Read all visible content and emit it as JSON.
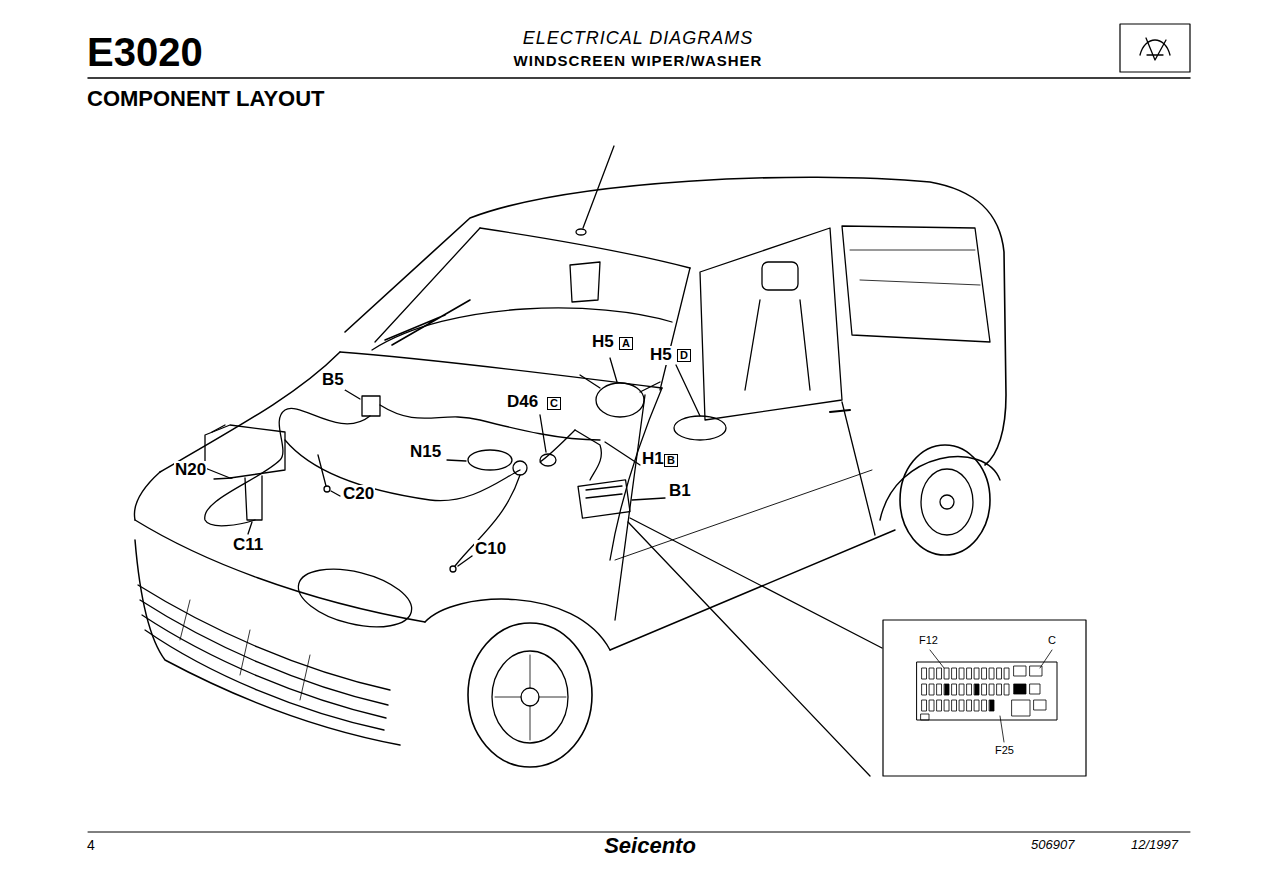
{
  "diagram": {
    "title": "COMPONENT LAYOUT",
    "labels": [
      "E3020",
      "ELECTRICAL DIAGRAMS",
      "WINDSCREEN WIPER/WASHER",
      "H5",
      "A",
      "H5",
      "D",
      "B5",
      "D46",
      "C",
      "N15",
      "H1",
      "B",
      "N20",
      "C20",
      "B1",
      "C11",
      "C10",
      "F12",
      "C",
      "F25",
      "4",
      "Seicento",
      "506907",
      "12/1997"
    ]
  }
}
